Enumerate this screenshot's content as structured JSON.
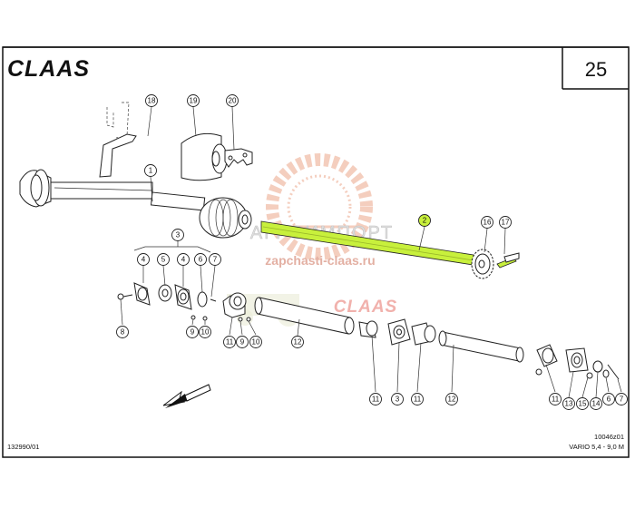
{
  "header": {
    "brand": "CLAAS",
    "page_number": "25"
  },
  "watermark": {
    "company": "АГРОИМПОРТ",
    "url": "zapchasti-claas.ru",
    "brand": "CLAAS"
  },
  "footer": {
    "left_code": "132990/01",
    "right_code": "10046z01",
    "model": "VARIO 5,4 - 9,0 M"
  },
  "colors": {
    "frame": "#111111",
    "highlight": "#c8f03c",
    "watermark_gear": "#f3c9b8",
    "watermark_brand": "#f0a9a4"
  },
  "highlighted_part": "2",
  "callouts": {
    "c18": "18",
    "c19": "19",
    "c20": "20",
    "c1": "1",
    "c2": "2",
    "c16": "16",
    "c17": "17",
    "c3": "3",
    "c4a": "4",
    "c5a": "5",
    "c4b": "4",
    "c6a": "6",
    "c7a": "7",
    "c8": "8",
    "c9a": "9",
    "c10a": "10",
    "c11a": "11",
    "c9b": "9",
    "c10b": "10",
    "c12a": "12",
    "c11b": "11",
    "c3b": "3",
    "c11c": "11",
    "c12b": "12",
    "c11d": "11",
    "c13": "13",
    "c15": "15",
    "c14": "14",
    "c6b": "6",
    "c7b": "7"
  }
}
